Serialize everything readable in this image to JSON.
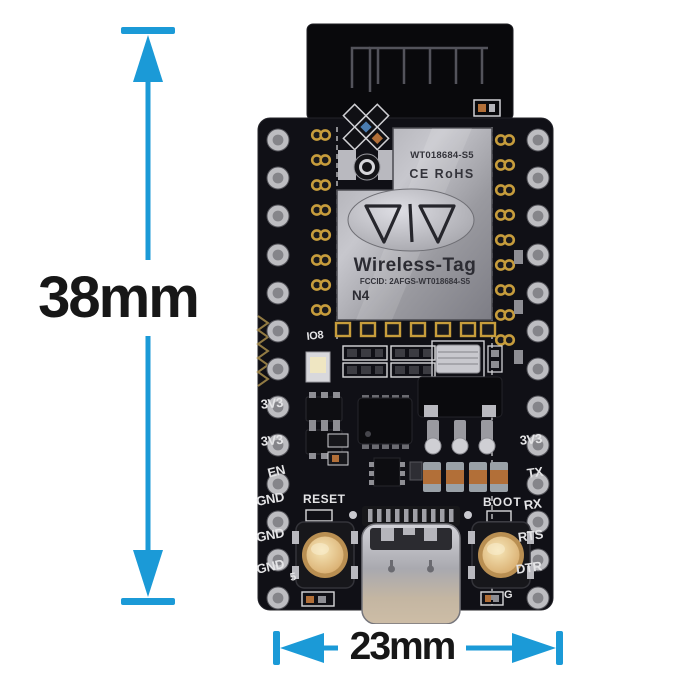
{
  "annotations": {
    "height_label": "38mm",
    "width_label": "23mm"
  },
  "module": {
    "model": "WT018684-S5",
    "certification": "CE RoHS",
    "brand": "Wireless-Tag",
    "fcc_id": "FCCID: 2AFGS-WT018684-S5",
    "chip_marking": "N4"
  },
  "silkscreen": {
    "led_label": "IO8",
    "reset_button_label": "RESET",
    "boot_button_label": "BOOT",
    "left_pin_labels": [
      "3V3",
      "3V3",
      "EN",
      "GND",
      "GND",
      "GND"
    ],
    "left_pin_partial": "5",
    "right_pin_labels": [
      "3V3",
      "TX",
      "RX",
      "RTS",
      "DTR"
    ],
    "right_pin_partial": "G"
  },
  "colors": {
    "accent": "#1b9ad7",
    "pcb": "#101016",
    "shield": "#aeaeb4",
    "gold_pad": "#c79d3c"
  }
}
